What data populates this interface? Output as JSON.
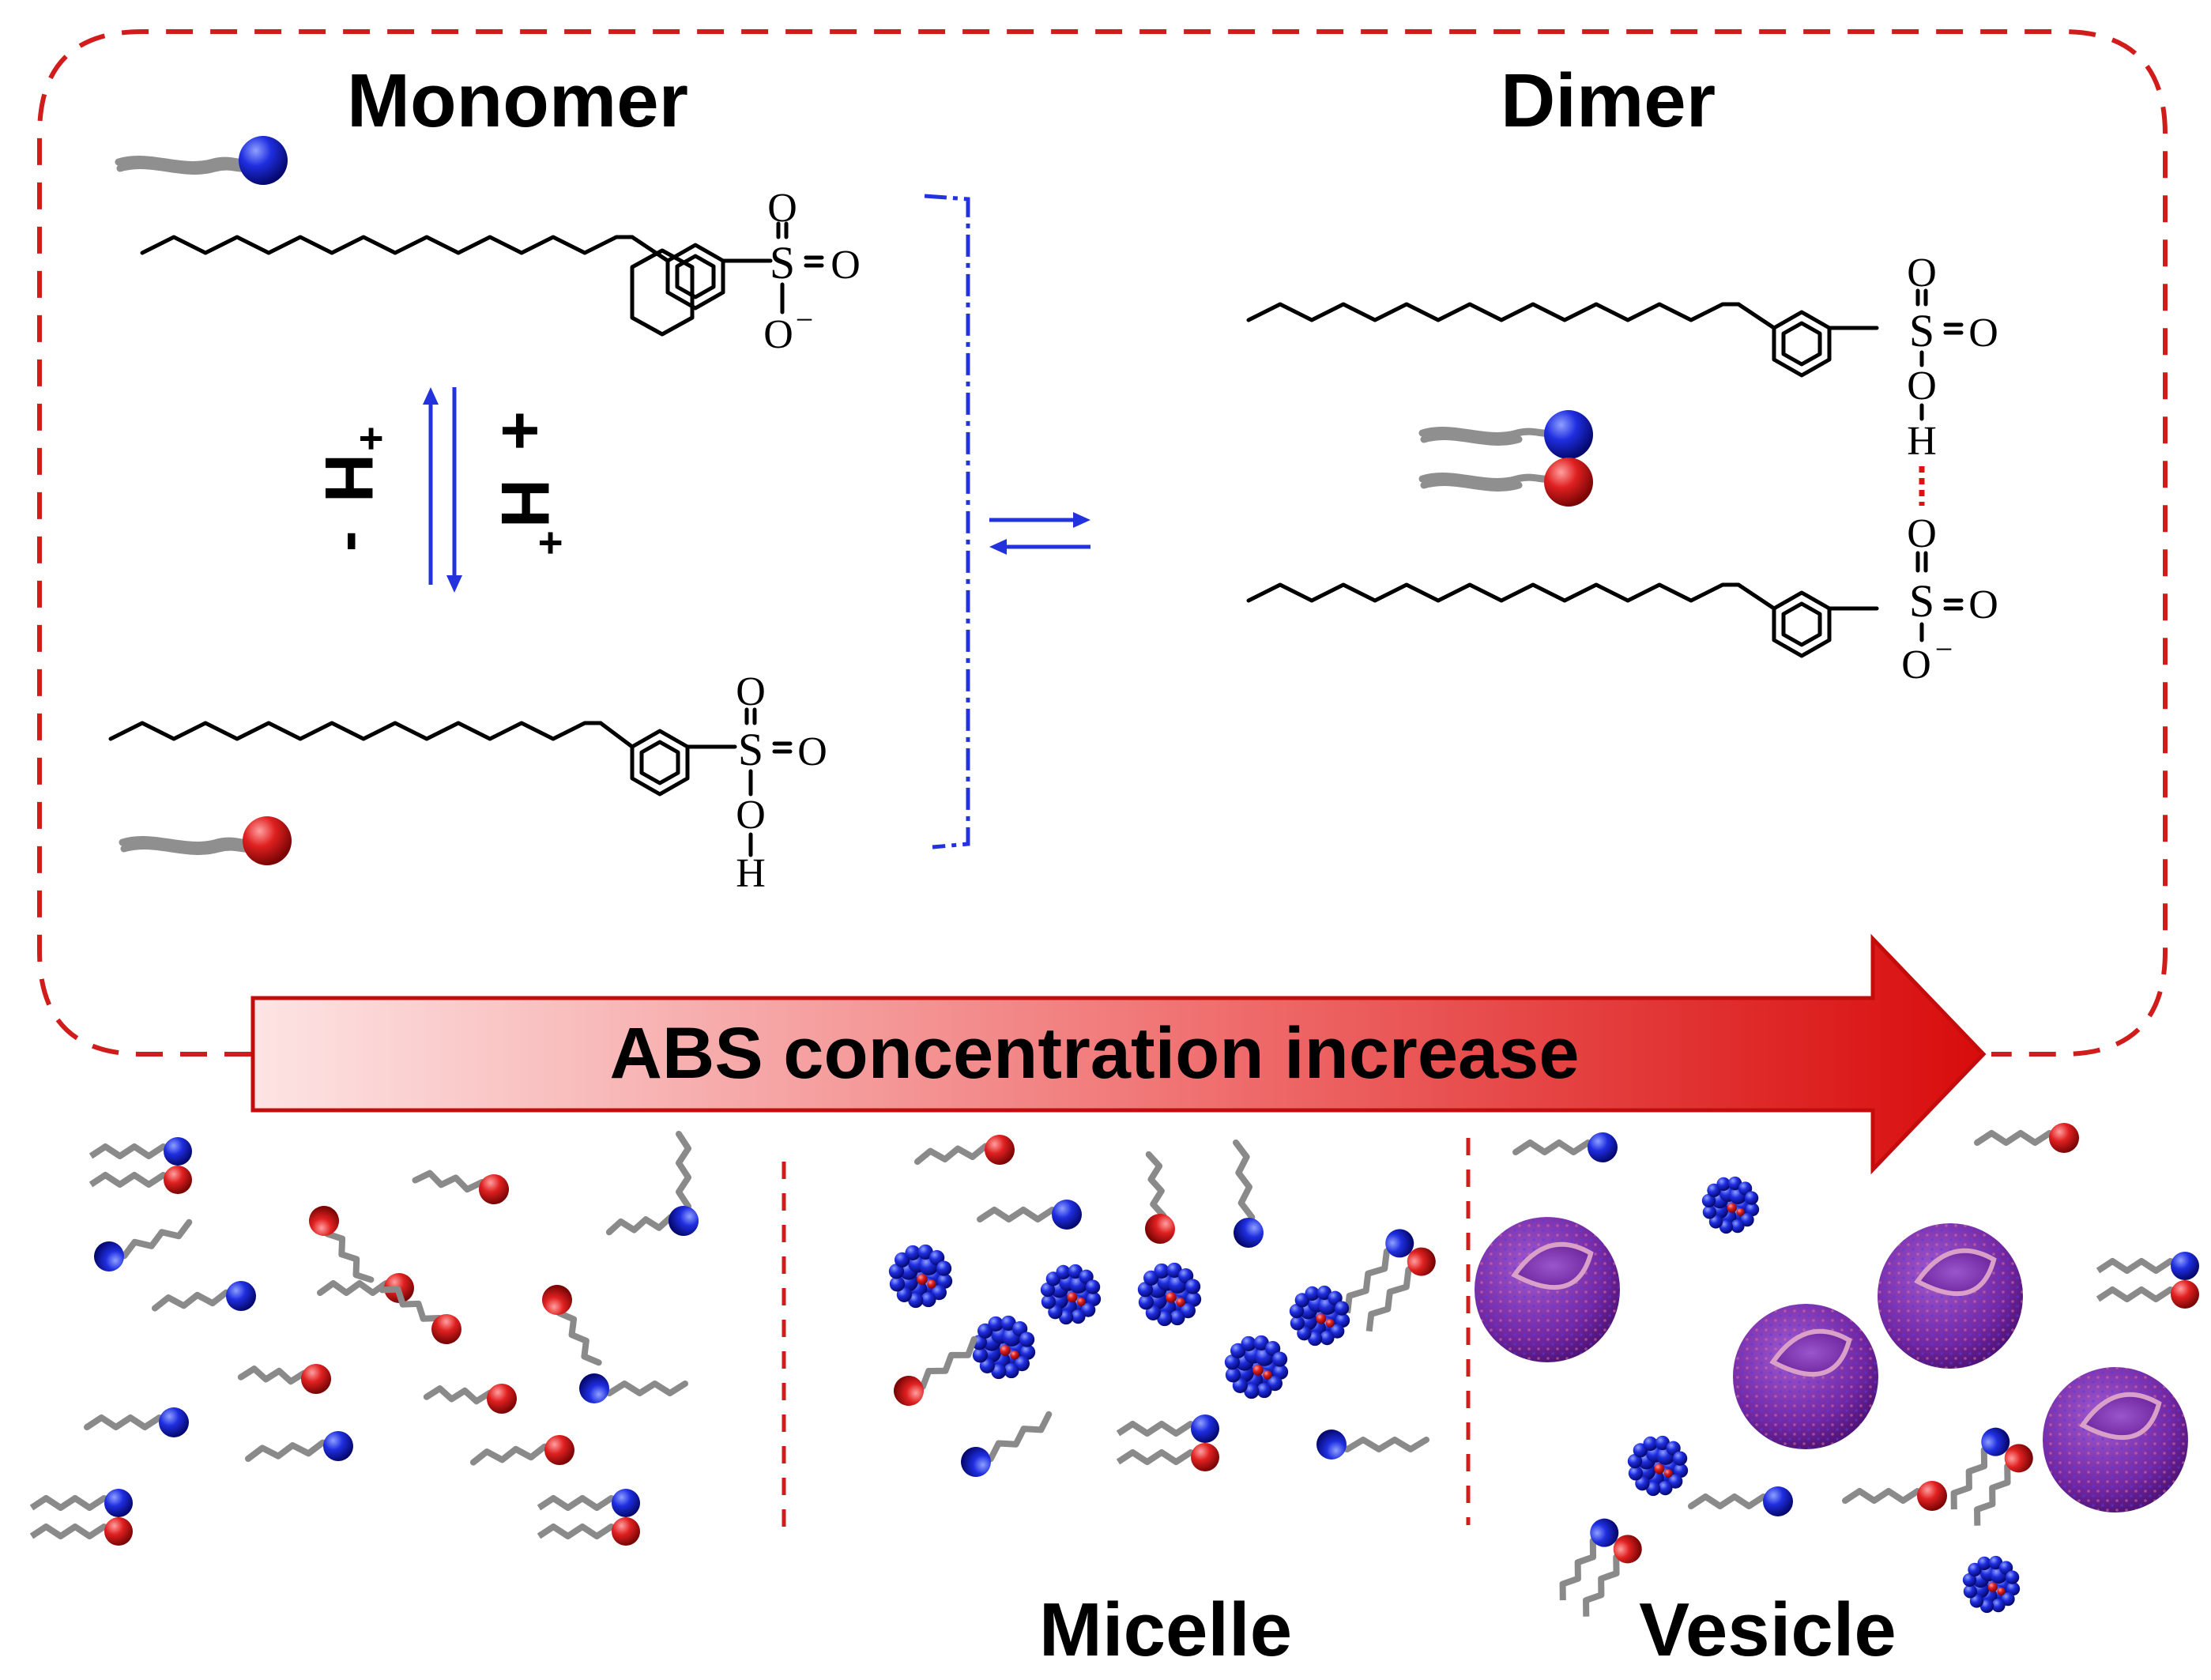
{
  "titles": {
    "monomer": "Monomer",
    "dimer": "Dimer",
    "micelle": "Micelle",
    "vesicle": "Vesicle"
  },
  "arrow": {
    "label": "ABS concentration increase"
  },
  "equilibrium": {
    "minus_sign": "-",
    "plus_sign": "+",
    "proton": "H",
    "proton_charge": "+"
  },
  "atoms": {
    "sulfur": "S",
    "oxygen": "O",
    "hydrogen": "H",
    "anion_charge": "−"
  },
  "colors": {
    "frame": "#d11c1c",
    "bracket": "#2233dd",
    "deprotonated_head": "#1a1ad6",
    "protonated_head": "#d81818",
    "tail": "#8f8f8f",
    "vesicle": "#7a2aa8",
    "hbond": "#e01010"
  }
}
